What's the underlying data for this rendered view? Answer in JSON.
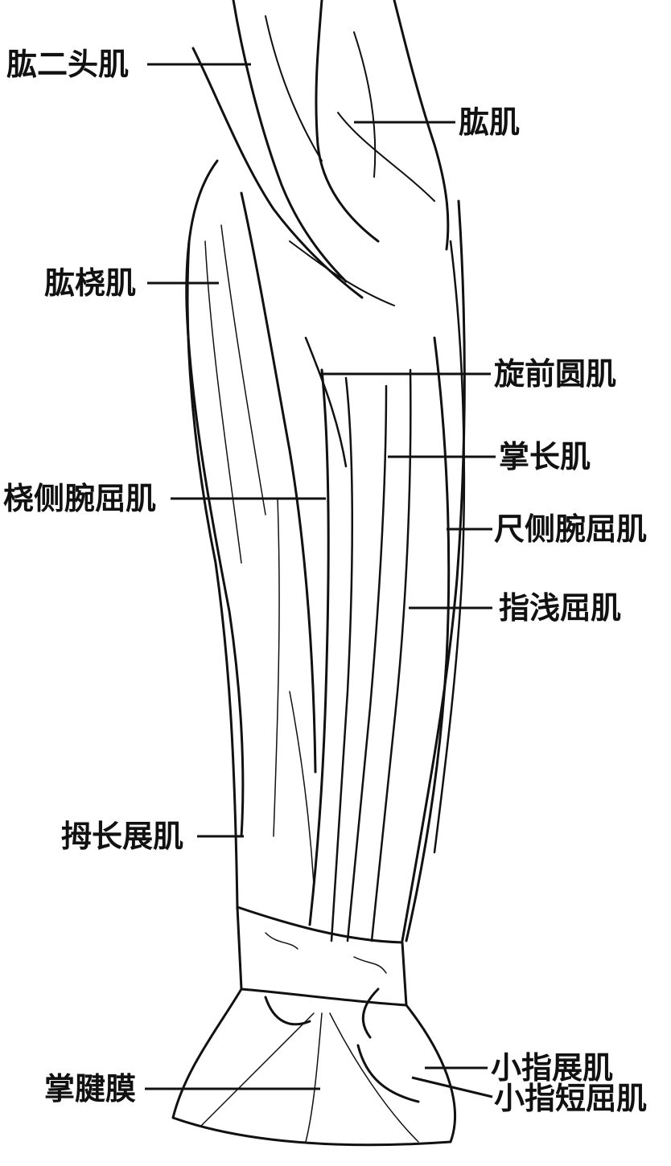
{
  "figure": {
    "labels": {
      "biceps": "肱二头肌",
      "brachialis": "肱肌",
      "brachioradialis": "肱桡肌",
      "pronator_teres": "旋前圆肌",
      "palmaris_longus": "掌长肌",
      "flexor_carpi_radialis": "桡侧腕屈肌",
      "flexor_carpi_ulnaris": "尺侧腕屈肌",
      "flexor_digitorum_superficialis": "指浅屈肌",
      "abductor_pollicis_longus": "拇长展肌",
      "abductor_digiti_minimi": "小指展肌",
      "palmar_aponeurosis": "掌腱膜",
      "flexor_digiti_minimi_brevis": "小指短屈肌"
    }
  }
}
